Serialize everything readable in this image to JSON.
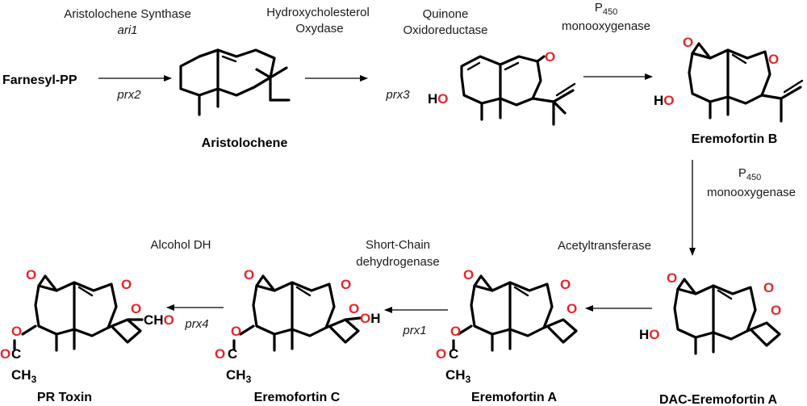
{
  "start": {
    "name": "Farnesyl-PP"
  },
  "steps": [
    {
      "enzyme_lines": [
        "Aristolochene Synthase"
      ],
      "gene_lines": [
        "ari1"
      ],
      "gene_below": "prx2"
    },
    {
      "enzyme_lines": [
        "Hydroxycholesterol",
        "Oxydase"
      ],
      "gene_below": "prx3"
    },
    {
      "enzyme_lines": [
        "Quinone",
        "Oxidoreductase"
      ]
    },
    {
      "enzyme_lines": [
        "P450",
        "monooxygenase"
      ]
    },
    {
      "enzyme_lines": [
        "P450",
        "monooxygenase"
      ]
    },
    {
      "enzyme_lines": [
        "Acetyltransferase"
      ]
    },
    {
      "enzyme_lines": [
        "Short-Chain",
        "dehydrogenase"
      ],
      "gene_below": "prx1"
    },
    {
      "enzyme_lines": [
        "Alcohol DH"
      ],
      "gene_below": "prx4"
    }
  ],
  "compounds": {
    "aristolochene": "Aristolochene",
    "eremofortin_b": "Eremofortin B",
    "dac_eremofortin_a": "DAC-Eremofortin A",
    "eremofortin_a": "Eremofortin A",
    "eremofortin_c": "Eremofortin C",
    "pr_toxin": "PR Toxin"
  },
  "atoms": {
    "O": "O",
    "HO": "HO",
    "H": "H",
    "C": "C",
    "CHO_C": "CH",
    "CHO_O": "O",
    "CH3": "CH",
    "sub3": "3"
  },
  "colors": {
    "heteroatom": "#e4262a",
    "bond": "#000000"
  }
}
